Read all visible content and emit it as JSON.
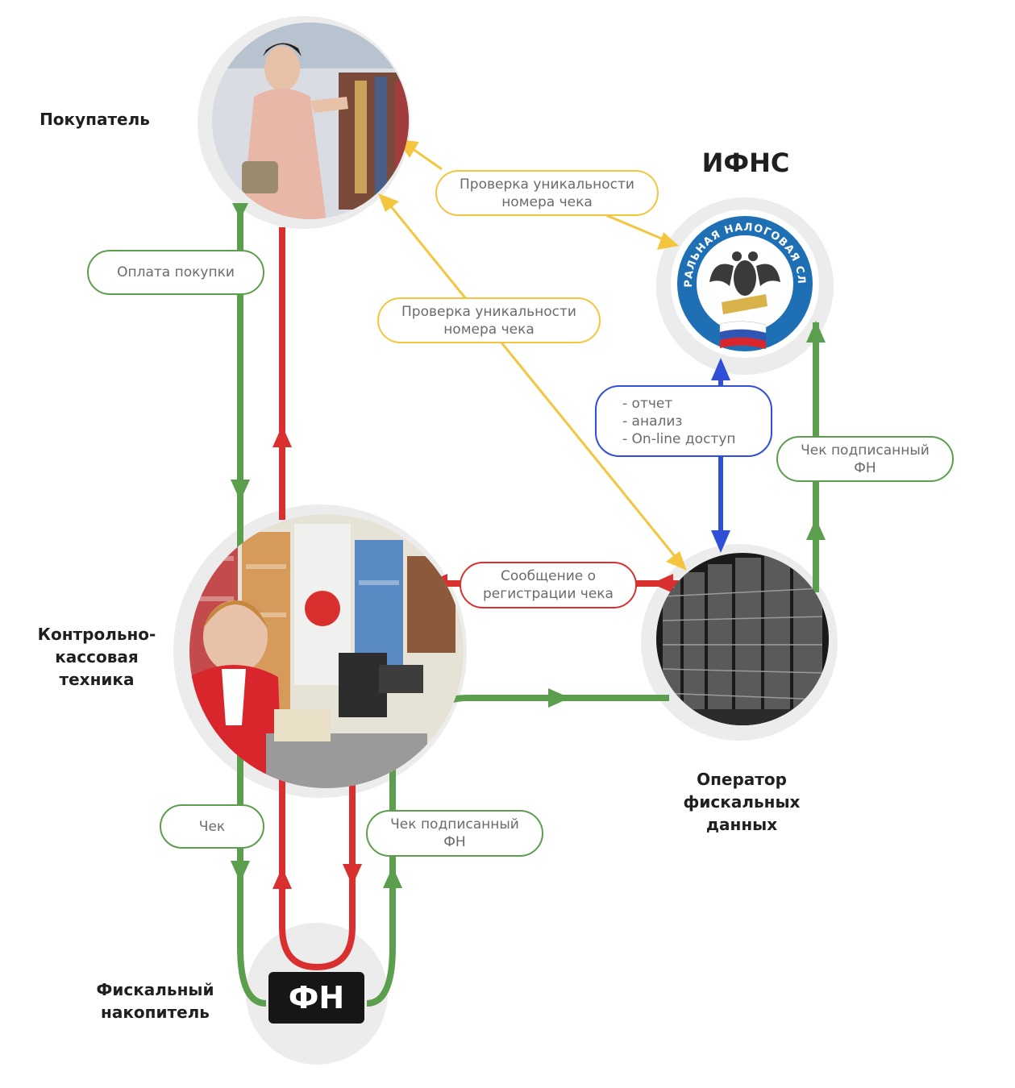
{
  "nodes": {
    "buyer": "Покупатель",
    "ifns": "ИФНС",
    "kkt": [
      "Контрольно-",
      "кассовая",
      "техника"
    ],
    "ofd": [
      "Оператор",
      "фискальных",
      "данных"
    ],
    "fn_title": [
      "Фискальный",
      "накопитель"
    ],
    "fn_box": "ФН"
  },
  "fns_emblem_text": "ФЕДЕРАЛЬНАЯ НАЛОГОВАЯ СЛУЖБА",
  "pills": {
    "payment": "Оплата покупки",
    "check_top": [
      "Проверка уникальности",
      "номера чека"
    ],
    "check_mid": [
      "Проверка уникальности",
      "номера чека"
    ],
    "report": [
      "- отчет",
      "- анализ",
      "- On-line доступ"
    ],
    "signed_right": [
      "Чек подписанный",
      "ФН"
    ],
    "message": [
      "Сообщение о",
      "регистрации чека"
    ],
    "receipt": "Чек",
    "signed_bottom": [
      "Чек подписанный",
      "ФН"
    ]
  },
  "colors": {
    "green": "#5b9e4d",
    "red": "#d9302f",
    "yellow": "#f4c63f",
    "blue": "#2e4fd6",
    "circle": "#ececec"
  }
}
